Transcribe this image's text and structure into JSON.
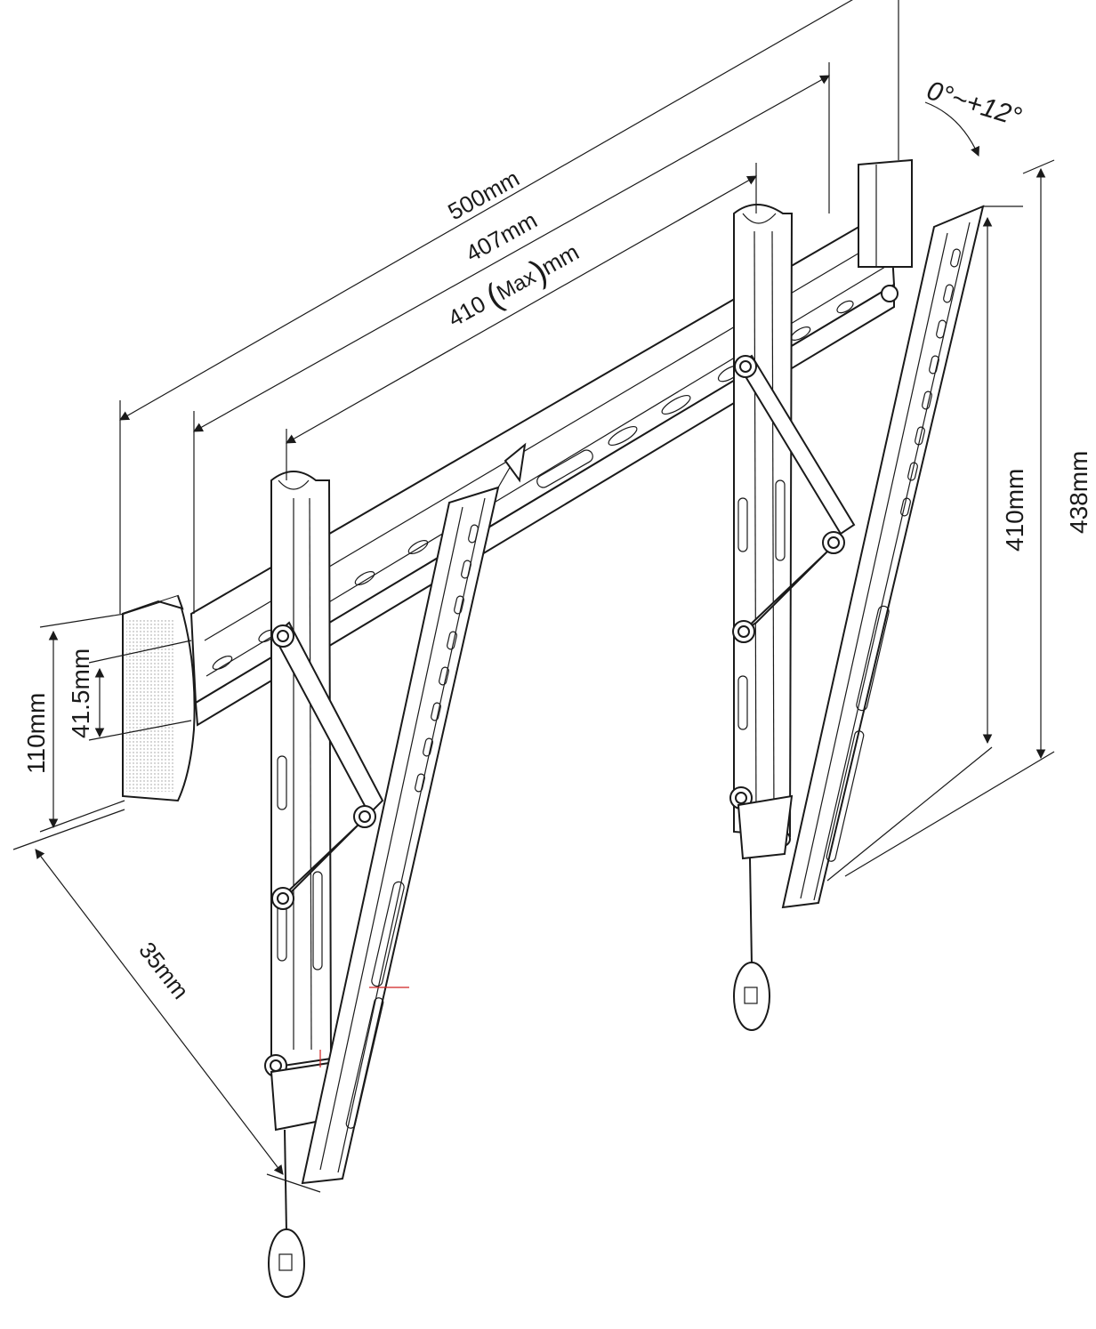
{
  "diagram": {
    "dimensions": {
      "width_500": "500mm",
      "width_407": "407mm",
      "width_410max_a": "410",
      "width_410max_b": "Max",
      "width_410max_c": "mm",
      "tilt": "0°~+12°",
      "height_410": "410mm",
      "height_438": "438mm",
      "height_110": "110mm",
      "height_41_5": "41.5mm",
      "depth_35": "35mm"
    },
    "colors": {
      "line": "#1a1a1a",
      "background": "#ffffff",
      "accent": "#d02020"
    }
  }
}
